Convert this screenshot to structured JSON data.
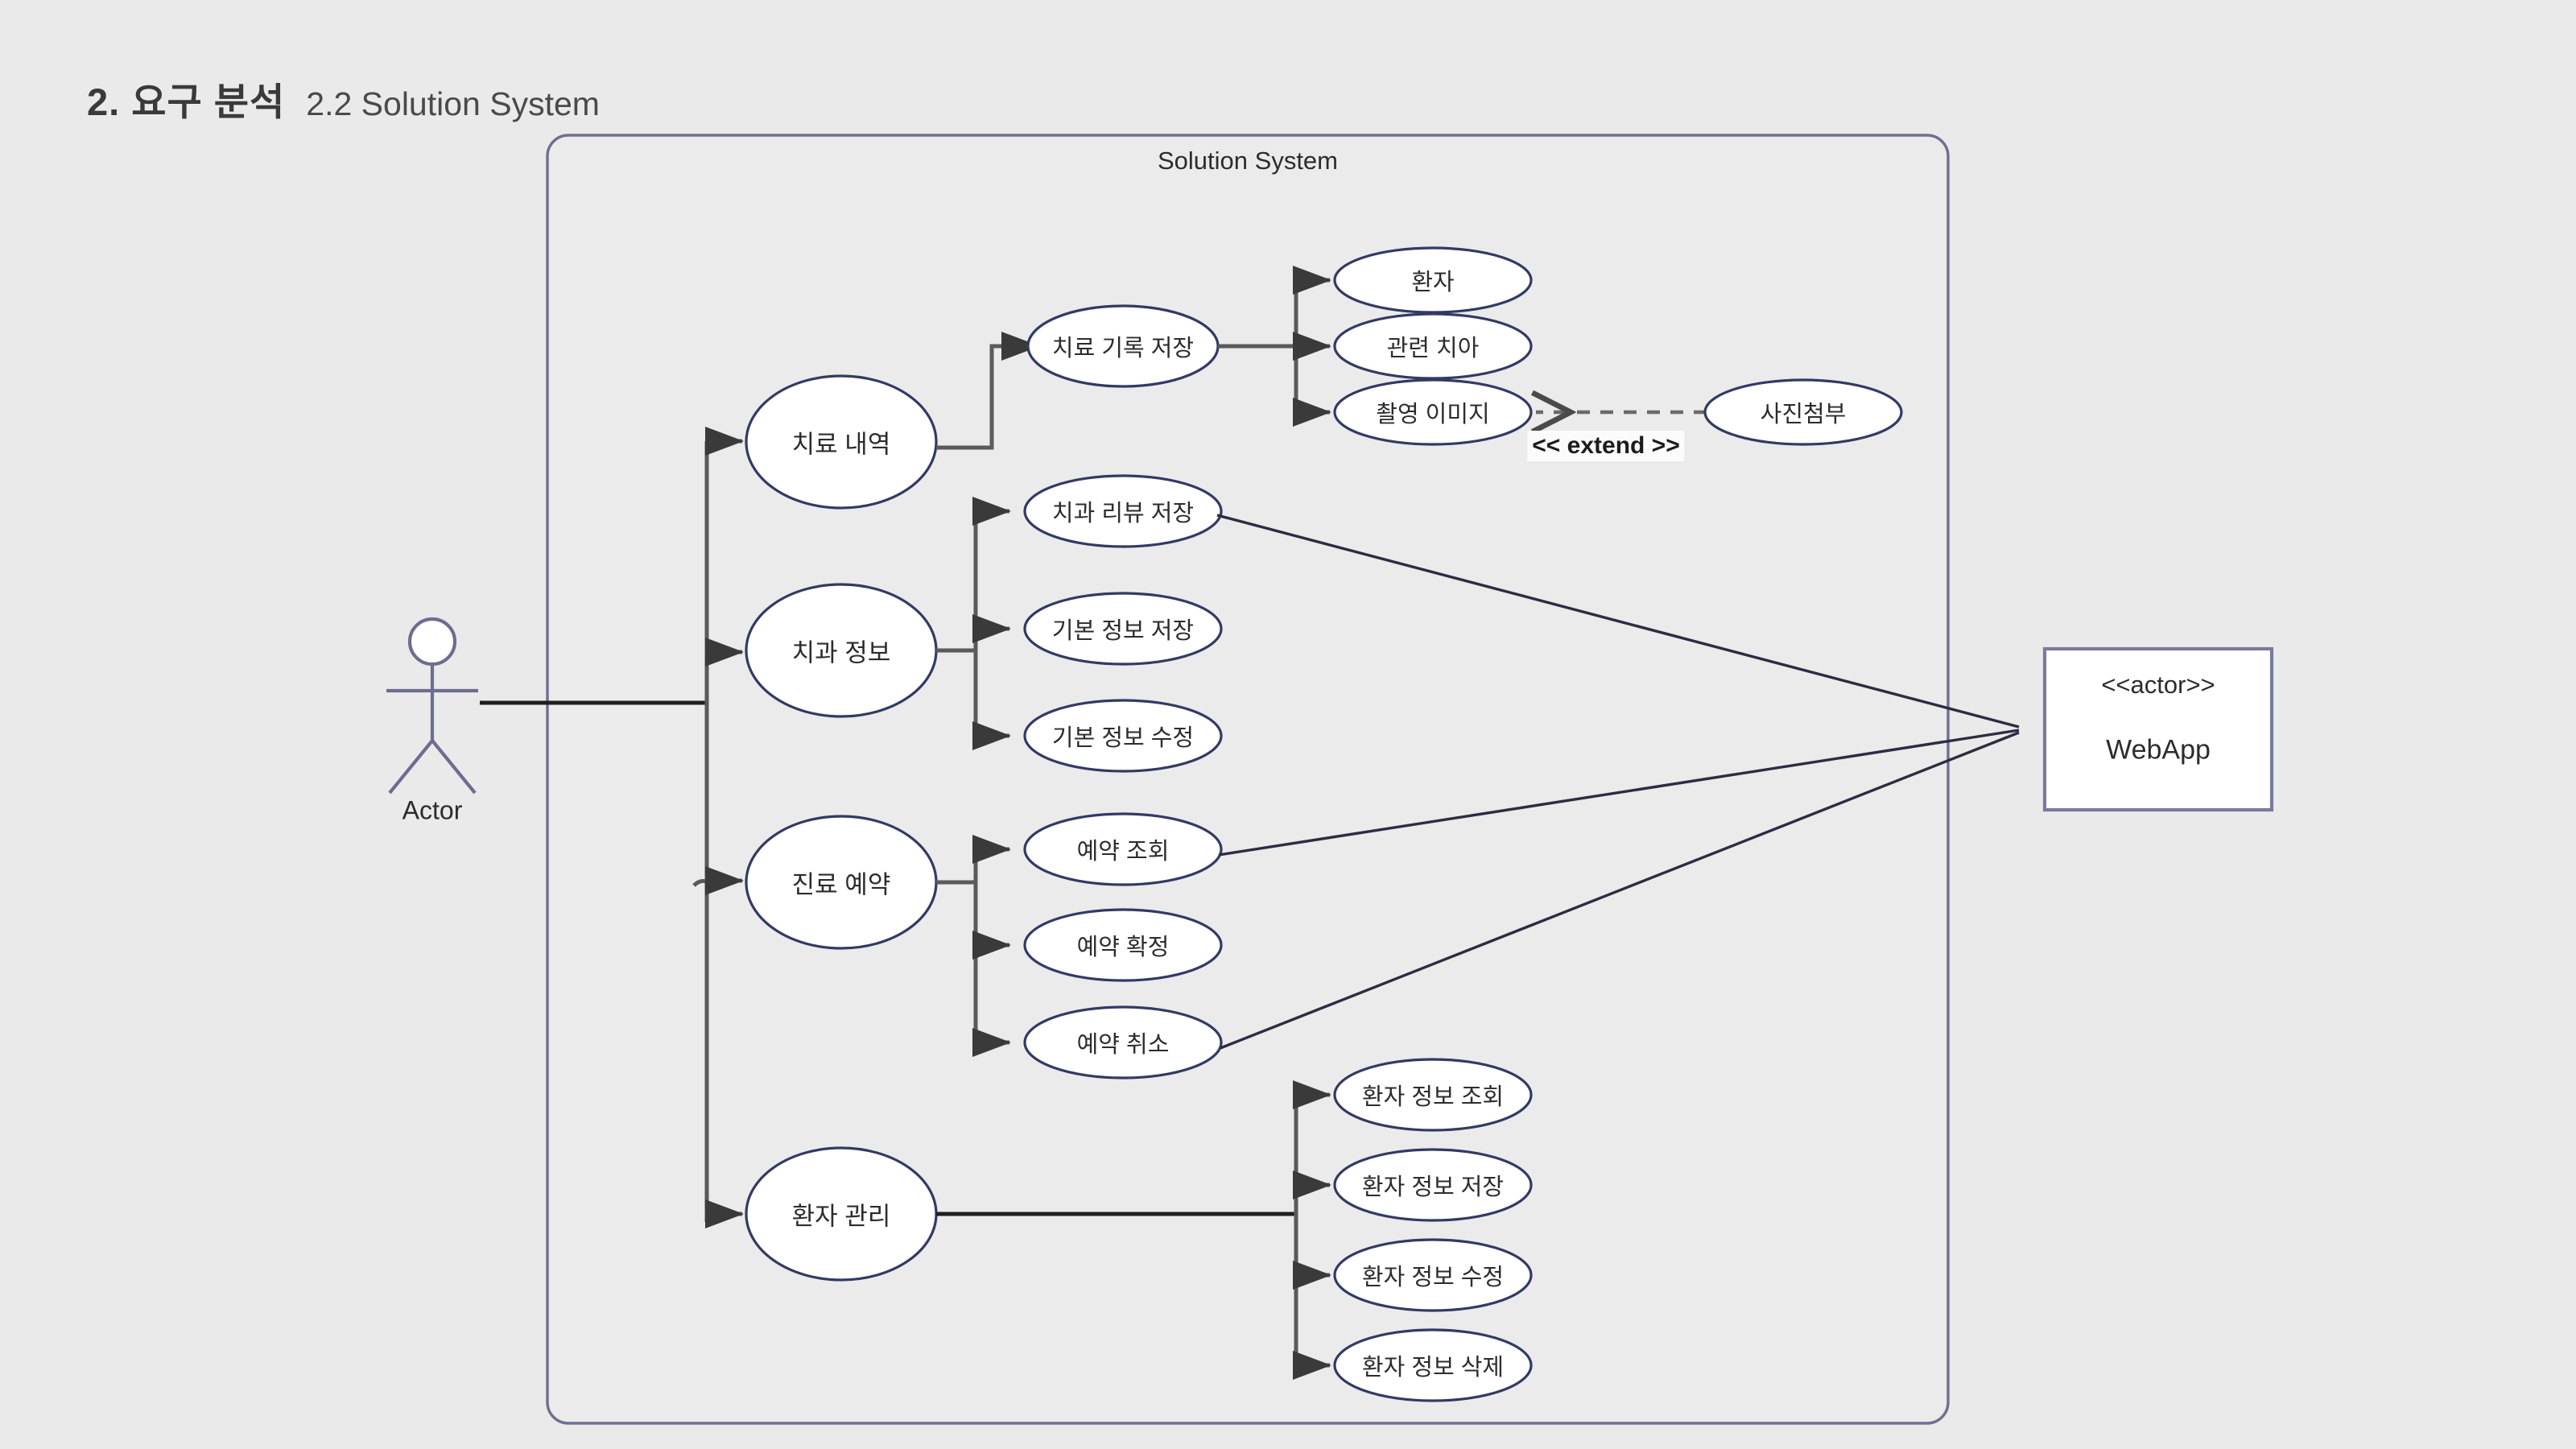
{
  "heading": {
    "main": "2.  요구 분석",
    "sub": "2.2 Solution System"
  },
  "boundary": {
    "title": "Solution System",
    "border_color": "#6f6f92",
    "fill_color": "#ebebeb"
  },
  "actor": {
    "label": "Actor",
    "stroke_color": "#6d6d90"
  },
  "external_actor_box": {
    "stereotype": "<<actor>>",
    "name": "WebApp",
    "border_color": "#7a7a9c",
    "fill_color": "#ffffff"
  },
  "relationship_labels": {
    "extend": "<< extend >>"
  },
  "colors": {
    "background": "#eaeaea",
    "ellipse_border": "#323a63",
    "ellipse_fill": "#ffffff",
    "connector": "#5a5a5a",
    "connector_dark": "#1f1f1f",
    "webapp_link": "#2c2c42"
  },
  "use_cases": {
    "level1": [
      {
        "id": "treatment-history",
        "label": "치료 내역"
      },
      {
        "id": "clinic-info",
        "label": "치과 정보"
      },
      {
        "id": "appointment",
        "label": "진료 예약"
      },
      {
        "id": "patient-management",
        "label": "환자 관리"
      }
    ],
    "level2": [
      {
        "id": "save-treatment-record",
        "label": "치료 기록 저장",
        "parent": "treatment-history"
      },
      {
        "id": "save-clinic-review",
        "label": "치과 리뷰 저장",
        "parent": "clinic-info"
      },
      {
        "id": "save-basic-info",
        "label": "기본 정보 저장",
        "parent": "clinic-info"
      },
      {
        "id": "edit-basic-info",
        "label": "기본 정보 수정",
        "parent": "clinic-info"
      },
      {
        "id": "view-appointment",
        "label": "예약 조회",
        "parent": "appointment"
      },
      {
        "id": "confirm-appointment",
        "label": "예약 확정",
        "parent": "appointment"
      },
      {
        "id": "cancel-appointment",
        "label": "예약 취소",
        "parent": "appointment"
      },
      {
        "id": "view-patient-info",
        "label": "환자 정보 조회",
        "parent": "patient-management"
      },
      {
        "id": "save-patient-info",
        "label": "환자 정보 저장",
        "parent": "patient-management"
      },
      {
        "id": "edit-patient-info",
        "label": "환자 정보 수정",
        "parent": "patient-management"
      },
      {
        "id": "delete-patient-info",
        "label": "환자 정보 삭제",
        "parent": "patient-management"
      }
    ],
    "level3": [
      {
        "id": "patient",
        "label": "환자",
        "parent": "save-treatment-record"
      },
      {
        "id": "related-tooth",
        "label": "관련 치아",
        "parent": "save-treatment-record"
      },
      {
        "id": "captured-image",
        "label": "촬영 이미지",
        "parent": "save-treatment-record"
      }
    ],
    "extending": [
      {
        "id": "attach-photo",
        "label": "사진첨부",
        "extends": "captured-image"
      }
    ]
  }
}
